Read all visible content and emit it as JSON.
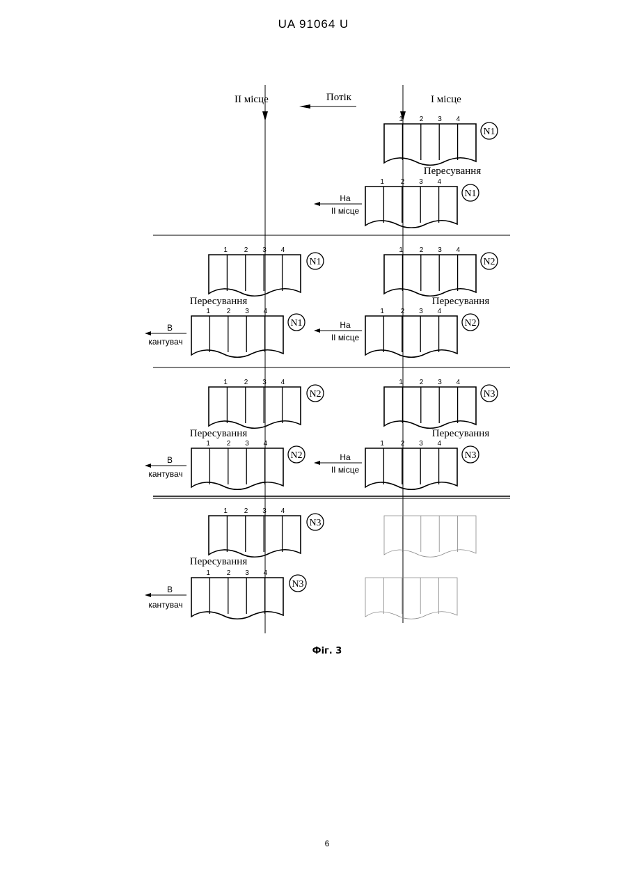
{
  "header": {
    "doc_number": "UA   91064   U"
  },
  "figure": {
    "place_left": "II місце",
    "place_right": "I місце",
    "flow": "Потік",
    "move": "Пересування",
    "to_place_ii_line1": "На",
    "to_place_ii_line2": "II місце",
    "to_turner_line1": "В",
    "to_turner_line2": "кантувач",
    "slot_numbers": [
      "1",
      "2",
      "3",
      "4"
    ],
    "batches": [
      "N1",
      "N2",
      "N3"
    ]
  },
  "caption": "Фіг. 3",
  "page_number": "6"
}
